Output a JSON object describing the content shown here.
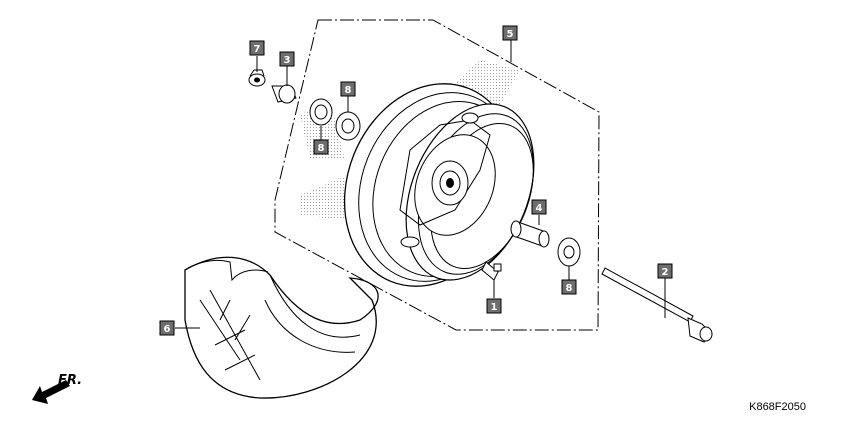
{
  "diagram": {
    "drawing_code": "K868F2050",
    "direction_label": "FR.",
    "part_labels": [
      "1",
      "2",
      "3",
      "4",
      "5",
      "6",
      "7",
      "8",
      "8",
      "8"
    ]
  }
}
